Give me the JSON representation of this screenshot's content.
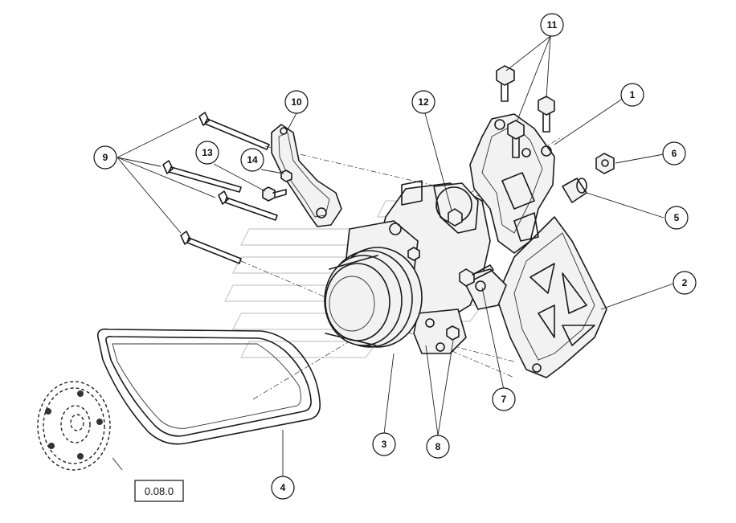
{
  "callouts": [
    {
      "label": "1"
    },
    {
      "label": "2"
    },
    {
      "label": "3"
    },
    {
      "label": "4"
    },
    {
      "label": "5"
    },
    {
      "label": "6"
    },
    {
      "label": "7"
    },
    {
      "label": "8"
    },
    {
      "label": "9"
    },
    {
      "label": "10"
    },
    {
      "label": "11"
    },
    {
      "label": "12"
    },
    {
      "label": "13"
    },
    {
      "label": "14"
    }
  ],
  "reference_box": {
    "label": "0.08.0"
  },
  "icons": {
    "watermark": "watermark-logo-icon",
    "pulley": "fan-pulley-icon",
    "belt": "drive-belt-icon",
    "bracket": "mounting-bracket-icon",
    "bolt": "bolt-icon",
    "nut": "nut-icon",
    "spacer": "spacer-icon"
  }
}
